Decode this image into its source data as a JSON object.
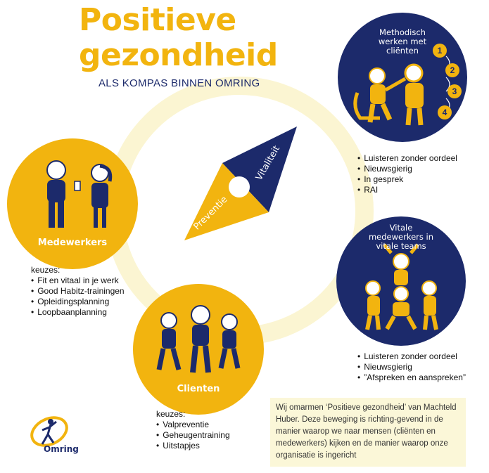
{
  "header": {
    "title_line1": "Positieve",
    "title_line2": "gezondheid",
    "subtitle": "ALS KOMPAS BINNEN OMRING"
  },
  "compass": {
    "navy_label": "Vitaliteit",
    "yellow_label": "Preventie"
  },
  "circles": {
    "medewerkers": {
      "label": "Medewerkers",
      "caption": "keuzes:",
      "items": [
        "Fit en vitaal in je werk",
        "Good Habitz-trainingen",
        "Opleidingsplanning",
        "Loopbaanplanning"
      ]
    },
    "clienten": {
      "label": "Clienten",
      "caption": "keuzes:",
      "items": [
        "Valpreventie",
        "Geheugentraining",
        "Uitstapjes"
      ]
    },
    "methodisch": {
      "label_lines": [
        "Methodisch",
        "werken met",
        "cliënten"
      ],
      "steps": [
        "1",
        "2",
        "3",
        "4"
      ],
      "items": [
        "Luisteren zonder oordeel",
        "Nieuwsgierig",
        "In gesprek",
        "RAI"
      ]
    },
    "vitale": {
      "label_lines": [
        "Vitale",
        "medewerkers in",
        "vitale teams"
      ],
      "items": [
        "Luisteren zonder oordeel",
        "Nieuwsgierig",
        "”Afspreken en aanspreken”"
      ]
    }
  },
  "note": {
    "text": "Wij omarmen ‘Positieve gezondheid’ van Machteld Huber. Deze beweging is richting-gevend in de manier waarop we naar mensen (cliënten en medewerkers) kijken en de manier waarop onze organisatie is ingericht"
  },
  "logo": {
    "text": "Omring"
  },
  "colors": {
    "yellow": "#f2b40f",
    "navy": "#1c2a6b",
    "ring": "#fbf5d2",
    "note_bg": "#fbf7d8"
  }
}
